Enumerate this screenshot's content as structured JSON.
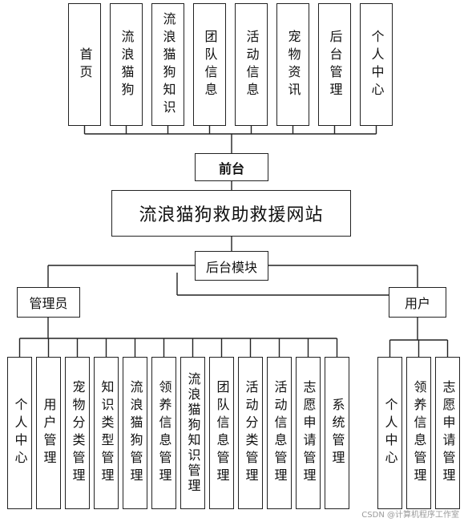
{
  "top_nodes": [
    "首页",
    "流浪猫狗",
    "流浪猫狗知识",
    "团队信息",
    "活动信息",
    "宠物资讯",
    "后台管理",
    "个人中心"
  ],
  "frontend": "前台",
  "system_title": "流浪猫狗救助救援网站",
  "backend": "后台模块",
  "admin": {
    "label": "管理员",
    "items": [
      "个人中心",
      "用户管理",
      "宠物分类管理",
      "知识类型管理",
      "流浪猫狗管理",
      "领养信息管理",
      "流浪猫狗知识管理",
      "团队信息管理",
      "活动分类管理",
      "活动信息管理",
      "志愿申请管理",
      "系统管理"
    ]
  },
  "user": {
    "label": "用户",
    "items": [
      "个人中心",
      "领养信息管理",
      "志愿申请管理"
    ]
  },
  "watermark": "CSDN @计算机程序工作室"
}
